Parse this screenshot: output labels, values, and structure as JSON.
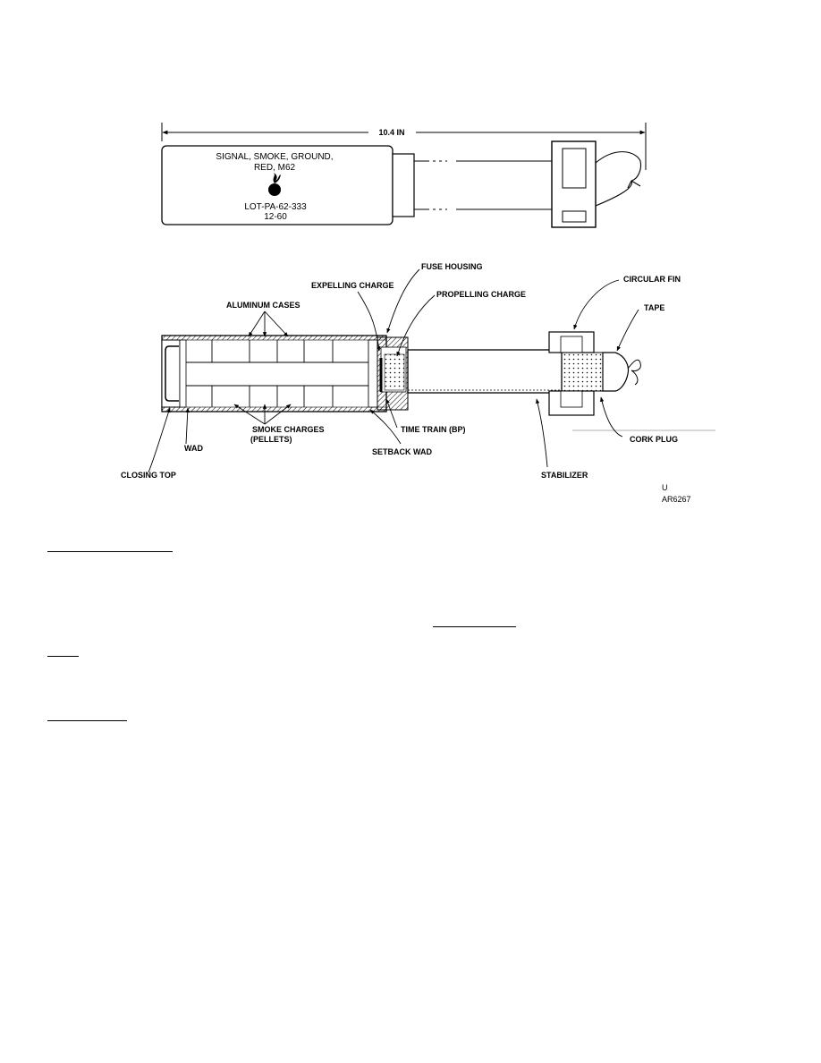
{
  "dimension": {
    "label": "10.4 IN"
  },
  "exterior": {
    "marking_lines": [
      "SIGNAL, SMOKE, GROUND,",
      "RED, M62",
      "LOT-PA-62-333",
      "12-60"
    ],
    "symbol_icon": "flaming-bomb-icon"
  },
  "cutaway": {
    "labels": {
      "fuse_housing": "FUSE HOUSING",
      "expelling_charge": "EXPELLING CHARGE",
      "propelling_charge": "PROPELLING CHARGE",
      "aluminum_cases": "ALUMINUM CASES",
      "circular_fin": "CIRCULAR FIN",
      "tape": "TAPE",
      "smoke_charges_1": "SMOKE CHARGES",
      "smoke_charges_2": "(PELLETS)",
      "time_train": "TIME TRAIN (BP)",
      "wad": "WAD",
      "setback_wad": "SETBACK WAD",
      "cork_plug": "CORK PLUG",
      "closing_top": "CLOSING TOP",
      "stabilizer": "STABILIZER"
    }
  },
  "figure_ref": {
    "line1": "U",
    "line2": "AR6267"
  }
}
